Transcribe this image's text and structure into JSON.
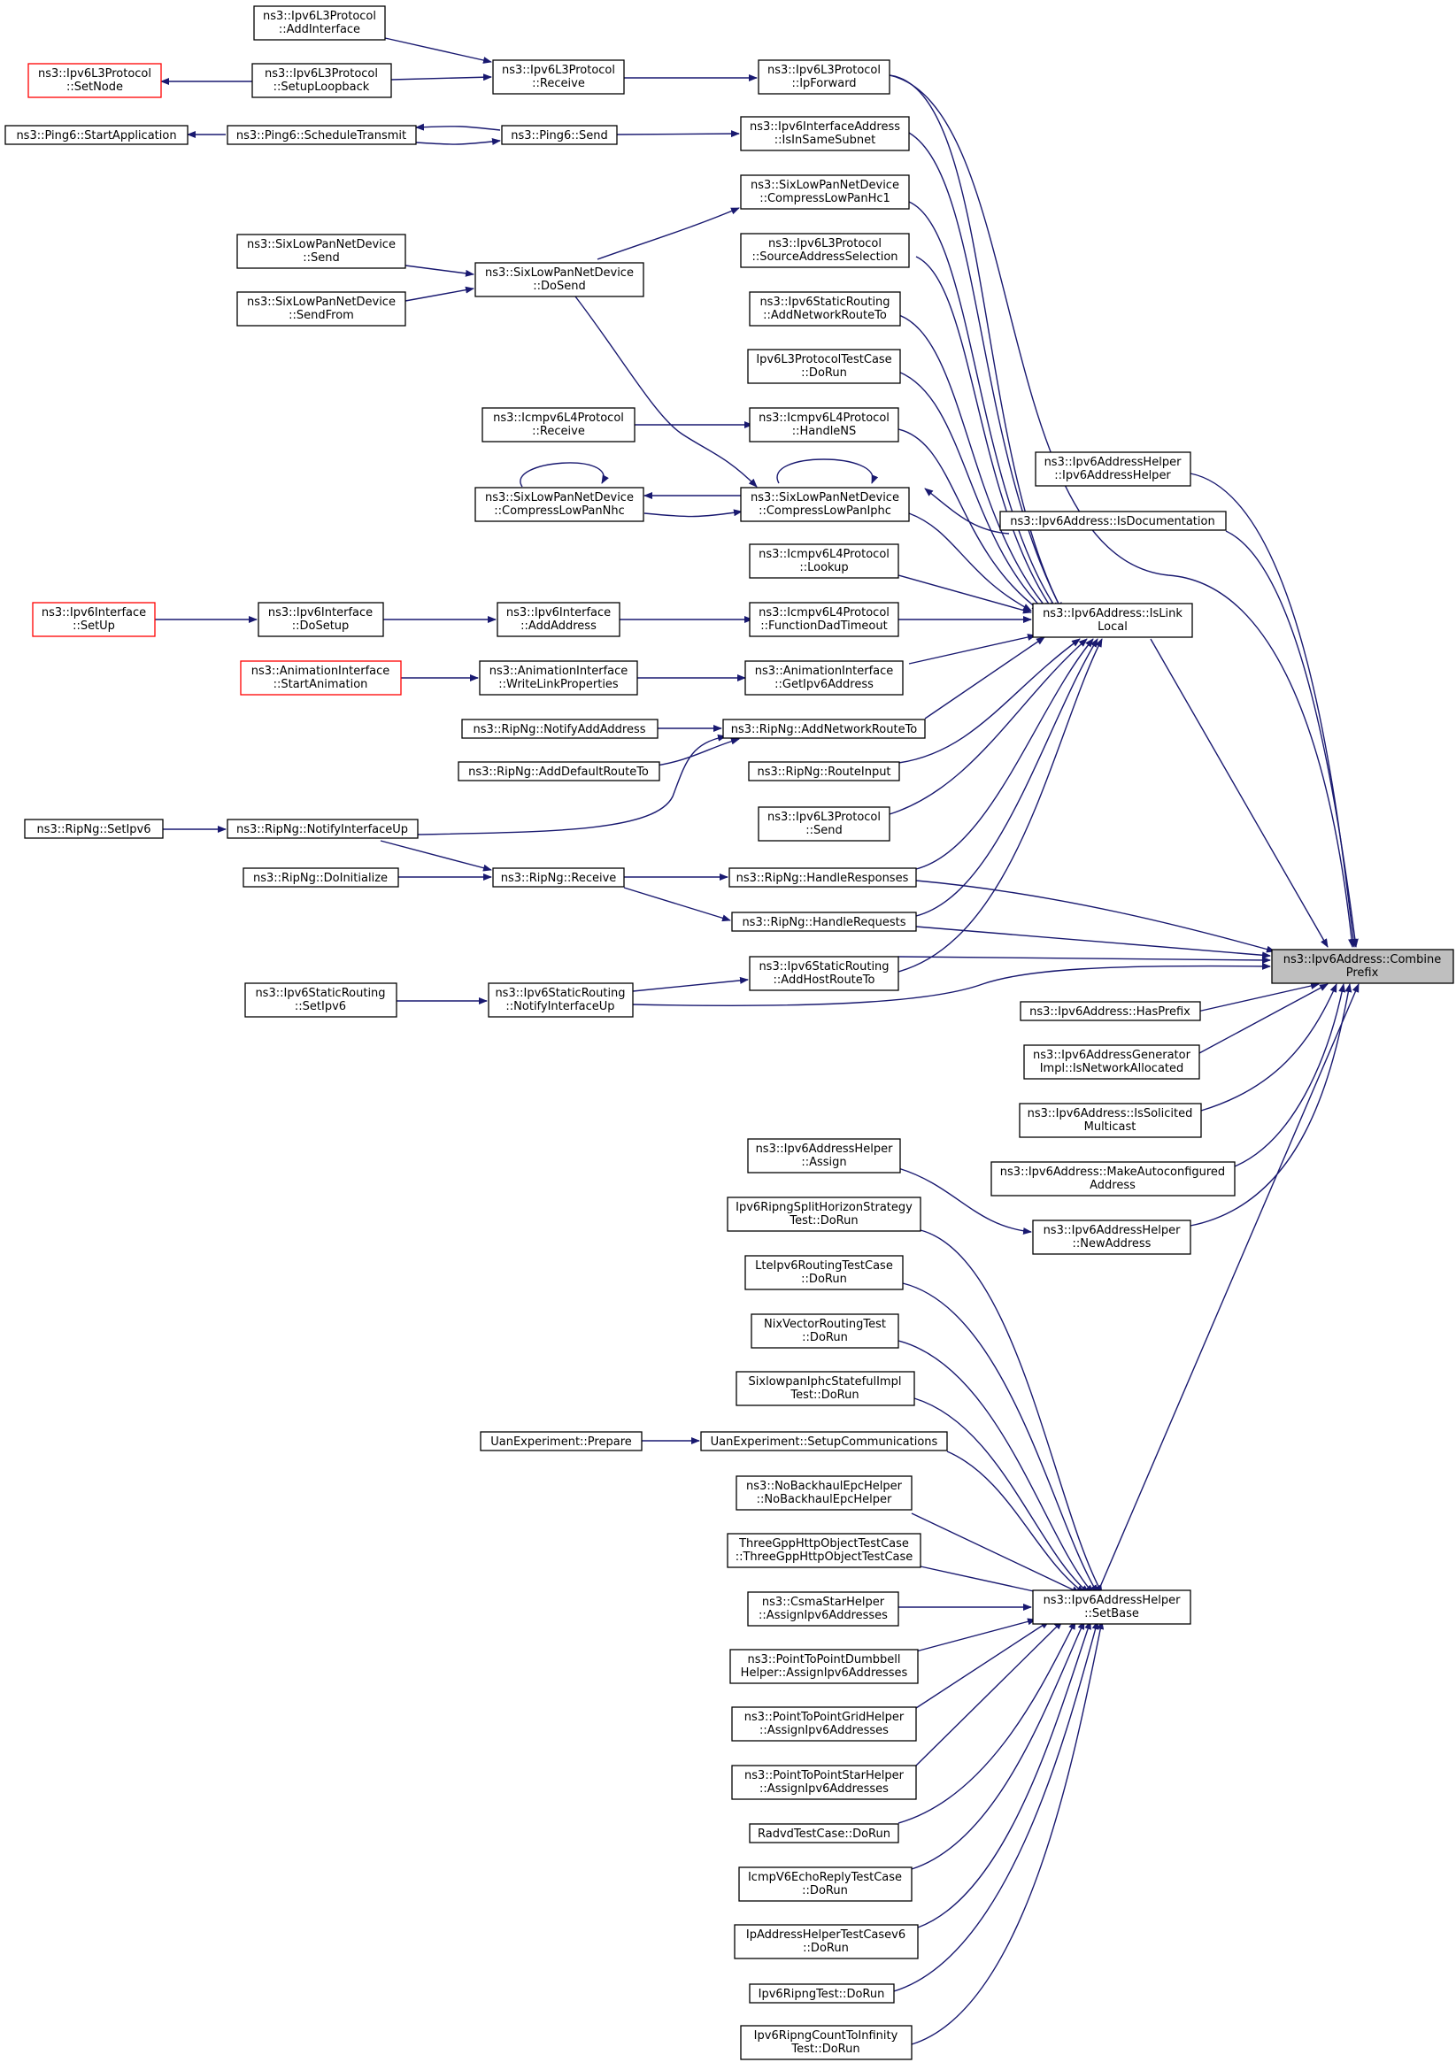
{
  "arrow_color": "#191970",
  "nodes": {
    "n1": [
      "ns3::Ipv6L3Protocol",
      "::AddInterface"
    ],
    "n2": [
      "ns3::Ipv6L3Protocol",
      "::SetNode"
    ],
    "n3": [
      "ns3::Ipv6L3Protocol",
      "::SetupLoopback"
    ],
    "n4": [
      "ns3::Ipv6L3Protocol",
      "::Receive"
    ],
    "n5": [
      "ns3::Ipv6L3Protocol",
      "::IpForward"
    ],
    "n6": [
      "ns3::Ping6::StartApplication"
    ],
    "n7": [
      "ns3::Ping6::ScheduleTransmit"
    ],
    "n8": [
      "ns3::Ping6::Send"
    ],
    "n9": [
      "ns3::Ipv6InterfaceAddress",
      "::IsInSameSubnet"
    ],
    "n10": [
      "ns3::SixLowPanNetDevice",
      "::CompressLowPanHc1"
    ],
    "n11": [
      "ns3::SixLowPanNetDevice",
      "::Send"
    ],
    "n12": [
      "ns3::SixLowPanNetDevice",
      "::DoSend"
    ],
    "n13": [
      "ns3::SixLowPanNetDevice",
      "::SendFrom"
    ],
    "n14": [
      "ns3::Ipv6L3Protocol",
      "::SourceAddressSelection"
    ],
    "n15": [
      "ns3::Ipv6StaticRouting",
      "::AddNetworkRouteTo"
    ],
    "n16": [
      "Ipv6L3ProtocolTestCase",
      "::DoRun"
    ],
    "n17": [
      "ns3::Icmpv6L4Protocol",
      "::Receive"
    ],
    "n18": [
      "ns3::Icmpv6L4Protocol",
      "::HandleNS"
    ],
    "n19": [
      "ns3::Ipv6AddressHelper",
      "::Ipv6AddressHelper"
    ],
    "n20": [
      "ns3::SixLowPanNetDevice",
      "::CompressLowPanNhc"
    ],
    "n21": [
      "ns3::SixLowPanNetDevice",
      "::CompressLowPanIphc"
    ],
    "n22": [
      "ns3::Ipv6Address::IsDocumentation"
    ],
    "n23": [
      "ns3::Icmpv6L4Protocol",
      "::Lookup"
    ],
    "n24": [
      "ns3::Ipv6Interface",
      "::SetUp"
    ],
    "n25": [
      "ns3::Ipv6Interface",
      "::DoSetup"
    ],
    "n26": [
      "ns3::Ipv6Interface",
      "::AddAddress"
    ],
    "n27": [
      "ns3::Icmpv6L4Protocol",
      "::FunctionDadTimeout"
    ],
    "n28": [
      "ns3::Ipv6Address::IsLink",
      "Local"
    ],
    "n29": [
      "ns3::AnimationInterface",
      "::StartAnimation"
    ],
    "n30": [
      "ns3::AnimationInterface",
      "::WriteLinkProperties"
    ],
    "n31": [
      "ns3::AnimationInterface",
      "::GetIpv6Address"
    ],
    "n32": [
      "ns3::RipNg::NotifyAddAddress"
    ],
    "n33": [
      "ns3::RipNg::AddNetworkRouteTo"
    ],
    "n34": [
      "ns3::RipNg::AddDefaultRouteTo"
    ],
    "n35": [
      "ns3::RipNg::RouteInput"
    ],
    "n36": [
      "ns3::RipNg::SetIpv6"
    ],
    "n37": [
      "ns3::RipNg::NotifyInterfaceUp"
    ],
    "n38": [
      "ns3::Ipv6L3Protocol",
      "::Send"
    ],
    "n39": [
      "ns3::RipNg::DoInitialize"
    ],
    "n40": [
      "ns3::RipNg::Receive"
    ],
    "n41": [
      "ns3::RipNg::HandleResponses"
    ],
    "n42": [
      "ns3::RipNg::HandleRequests"
    ],
    "n43": [
      "ns3::Ipv6StaticRouting",
      "::AddHostRouteTo"
    ],
    "n44": [
      "ns3::Ipv6Address::Combine",
      "Prefix"
    ],
    "n45": [
      "ns3::Ipv6StaticRouting",
      "::SetIpv6"
    ],
    "n46": [
      "ns3::Ipv6StaticRouting",
      "::NotifyInterfaceUp"
    ],
    "n47": [
      "ns3::Ipv6Address::HasPrefix"
    ],
    "n48": [
      "ns3::Ipv6AddressGenerator",
      "Impl::IsNetworkAllocated"
    ],
    "n49": [
      "ns3::Ipv6Address::IsSolicited",
      "Multicast"
    ],
    "n50": [
      "ns3::Ipv6Address::MakeAutoconfigured",
      "Address"
    ],
    "n51": [
      "ns3::Ipv6AddressHelper",
      "::Assign"
    ],
    "n52": [
      "ns3::Ipv6AddressHelper",
      "::NewAddress"
    ],
    "n53": [
      "Ipv6RipngSplitHorizonStrategy",
      "Test::DoRun"
    ],
    "n54": [
      "LteIpv6RoutingTestCase",
      "::DoRun"
    ],
    "n55": [
      "NixVectorRoutingTest",
      "::DoRun"
    ],
    "n56": [
      "SixlowpanIphcStatefulImpl",
      "Test::DoRun"
    ],
    "n57": [
      "UanExperiment::Prepare"
    ],
    "n58": [
      "UanExperiment::SetupCommunications"
    ],
    "n59": [
      "ns3::NoBackhaulEpcHelper",
      "::NoBackhaulEpcHelper"
    ],
    "n60": [
      "ThreeGppHttpObjectTestCase",
      "::ThreeGppHttpObjectTestCase"
    ],
    "n61": [
      "ns3::CsmaStarHelper",
      "::AssignIpv6Addresses"
    ],
    "n62": [
      "ns3::Ipv6AddressHelper",
      "::SetBase"
    ],
    "n63": [
      "ns3::PointToPointDumbbell",
      "Helper::AssignIpv6Addresses"
    ],
    "n64": [
      "ns3::PointToPointGridHelper",
      "::AssignIpv6Addresses"
    ],
    "n65": [
      "ns3::PointToPointStarHelper",
      "::AssignIpv6Addresses"
    ],
    "n66": [
      "RadvdTestCase::DoRun"
    ],
    "n67": [
      "IcmpV6EchoReplyTestCase",
      "::DoRun"
    ],
    "n68": [
      "IpAddressHelperTestCasev6",
      "::DoRun"
    ],
    "n69": [
      "Ipv6RipngTest::DoRun"
    ],
    "n70": [
      "Ipv6RipngCountToInfinity",
      "Test::DoRun"
    ]
  }
}
